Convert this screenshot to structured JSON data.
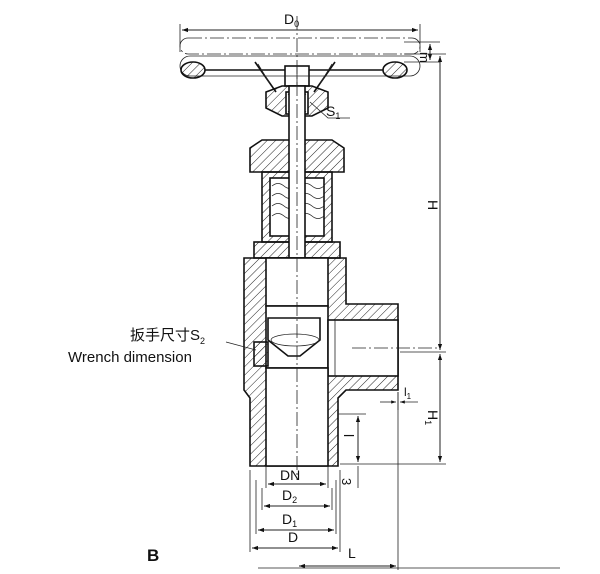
{
  "labels": {
    "D0": "D",
    "D0_sub": "0",
    "m": "m",
    "S1": "S",
    "S1_sub": "1",
    "H": "H",
    "H1": "H",
    "H1_sub": "1",
    "l1": "l",
    "l1_sub": "1",
    "l": "l",
    "three": "3",
    "DN": "DN",
    "D2": "D",
    "D2_sub": "2",
    "D1": "D",
    "D1_sub": "1",
    "D": "D",
    "L": "L",
    "B": "B",
    "wrench_cn": "扳手尺寸S",
    "wrench_cn_sub": "2",
    "wrench_en": "Wrench dimension"
  },
  "colors": {
    "ink": "#111111",
    "hatch": "#222222",
    "background": "#ffffff"
  }
}
